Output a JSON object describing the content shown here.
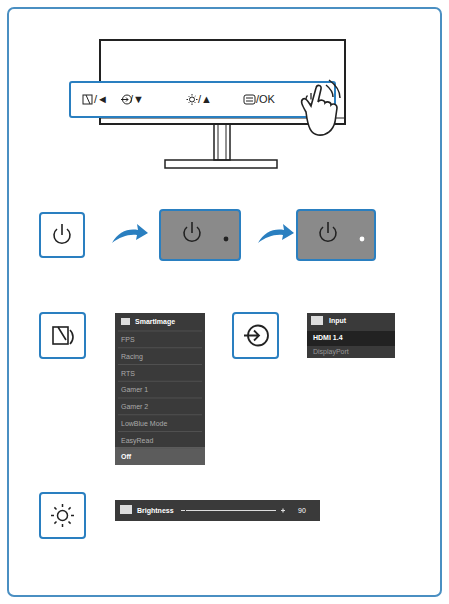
{
  "diagram": {
    "nodes": [
      {
        "text": [
          "/◄",
          "/▼",
          "/▲",
          "/OK"
        ]
      },
      {
        "text": [
          "SmartImage",
          "FPS",
          "Racing",
          "RTS",
          "Gamer 1",
          "Gamer 2",
          "LowBlue Mode",
          "EasyRead",
          "Off"
        ]
      },
      {
        "text": [
          "Input",
          "HDMI 1.4",
          "DisplayPort"
        ]
      },
      {
        "text": [
          "Brightness",
          "90"
        ]
      }
    ]
  }
}
